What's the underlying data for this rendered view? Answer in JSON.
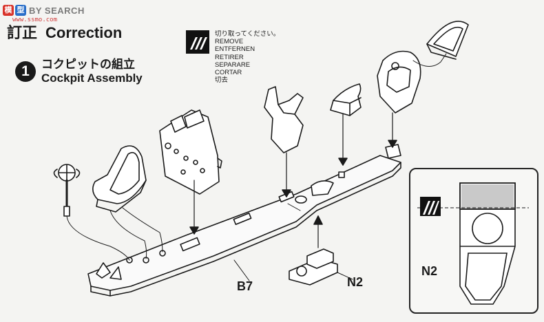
{
  "watermark": {
    "logo_chars": [
      "模",
      "型"
    ],
    "text": "BY SEARCH",
    "url": "www.ssmo.com",
    "colors": [
      "#d9342b",
      "#2a6fc9"
    ]
  },
  "header": {
    "title_jp": "訂正",
    "title_en": "Correction"
  },
  "step": {
    "number": "1",
    "title_jp": "コクピットの組立",
    "title_en": "Cockpit Assembly"
  },
  "remove_notice": {
    "icon": "remove-parts-icon",
    "lines": [
      "切り取ってください。",
      "REMOVE",
      "ENTFERNEN",
      "RETIRER",
      "SEPARARE",
      "CORTAR",
      "切去"
    ]
  },
  "labels": {
    "floor_part": "B7",
    "bracket_part": "N2",
    "detail_part": "N2"
  }
}
